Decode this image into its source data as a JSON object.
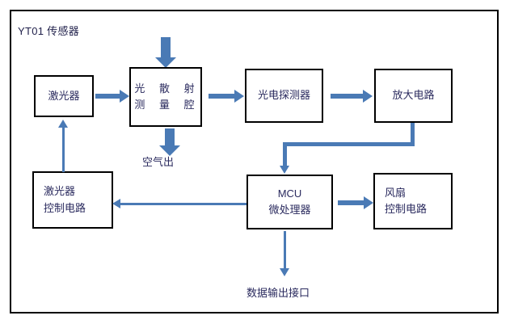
{
  "diagram": {
    "title": "YT01 传感器",
    "border_color": "#000000",
    "accent_color": "#4a7ab5",
    "text_color": "#2a2a5e",
    "background": "#ffffff"
  },
  "nodes": {
    "laser": {
      "label": "激光器"
    },
    "chamber": {
      "line1": "光 散 射",
      "line2": "测 量 腔"
    },
    "photodetector": {
      "label": "光电探测器"
    },
    "amplifier": {
      "label": "放大电路"
    },
    "laser_driver": {
      "line1": "激光器",
      "line2": "控制电路"
    },
    "mcu": {
      "line1": "MCU",
      "line2": "微处理器"
    },
    "fan_driver": {
      "line1": "风扇",
      "line2": "控制电路"
    }
  },
  "captions": {
    "air_out": "空气出",
    "data_output": "数据输出接口"
  },
  "connectors": {
    "air_in_arrow": "air-inlet-block-arrow",
    "air_out_arrow": "air-outlet-block-arrow",
    "laser_to_chamber": "laser-to-chamber-arrow",
    "chamber_to_photodetector": "chamber-to-photodetector-arrow",
    "photodetector_to_amplifier": "photodetector-to-amplifier-arrow",
    "amplifier_to_mcu": "amplifier-to-mcu-elbow-arrow",
    "mcu_to_fan": "mcu-to-fan-arrow",
    "mcu_to_laser_driver": "mcu-to-laser-driver-arrow",
    "laser_driver_to_laser": "laser-driver-to-laser-arrow",
    "mcu_to_data_output": "mcu-to-data-output-arrow"
  }
}
